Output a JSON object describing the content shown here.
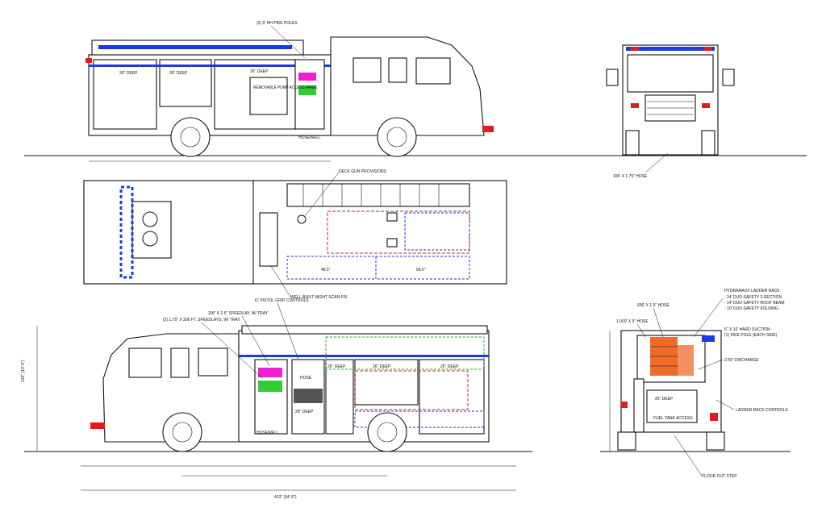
{
  "colors": {
    "line": "#111111",
    "light_red": "#e21b1b",
    "light_blue": "#1b3be2",
    "compartment_blue": "#2233cc",
    "compartment_red": "#dd2222",
    "compartment_green": "#22aa33",
    "pink_hose": "#ee22cc",
    "green_hose": "#33cc33",
    "orange_ladder": "#f06a2a"
  },
  "side_view_left": {
    "pike_poles_label": "(2) 6' HH PIKE POLES",
    "comp_1_label": "26\" DEEP",
    "comp_2_label": "26\" DEEP",
    "comp_3_label": "26\" DEEP",
    "pump_panel_label": "REMOVABLE PUMP ACCESS PANEL",
    "brand_label": "HOSEWELL"
  },
  "front_view": {
    "hose_label": "100' X 1.75\" HOSE"
  },
  "top_view": {
    "deck_gun_label": "DECK GUN PROVISIONS",
    "well_label": "WELL-BUILT NIGHT SCAN FIX",
    "dim_1": "48.5\"",
    "dim_2": "68.5\""
  },
  "side_view_right": {
    "pistol_grip_label": "IC PISTOL GRIP CONTROLS",
    "speedlay_1_label": "200' X 2.5\" SPEEDLAY, W/ TRAY",
    "speedlay_2_label": "(2) 1.75\" X 200 FT. SPEEDLAYS, W/ TRAY",
    "hose_reel_label": "HOSE",
    "comp_a_label": "26\" DEEP",
    "comp_b_label": "26\" DEEP",
    "comp_c_label": "26\" DEEP",
    "comp_d_label": "26\" DEEP",
    "brand_label": "HOSEWELL",
    "overall_height": "120\" (10'-0\")",
    "overall_length": "413\" (34'-5\")"
  },
  "rear_view": {
    "ladder_rack_label": "HYDRAMAXX LADDER RACK",
    "ladder_1": "- 24' DUO-SAFETY 2-SECTION",
    "ladder_2": "- 14' DUO-SAFETY ROOF BEAM",
    "ladder_3": "- 10' DUO-SAFETY FOLDING",
    "hose_1": "600' X 1.5\" HOSE",
    "hose_2": "1,000' X 5\" HOSE",
    "hard_suction_1": "6\" X 10' HARD SUCTION",
    "hard_suction_2": "(1) PIKE POLE (EACH SIDE)",
    "discharge_label": "2.50\" DISCHARGE",
    "comp_label": "26\" DEEP",
    "fuel_label": "FUEL TANK ACCESS",
    "controls_label": "LADDER RACK CONTROLS",
    "step_label": "FLOOR OUT STEP"
  }
}
